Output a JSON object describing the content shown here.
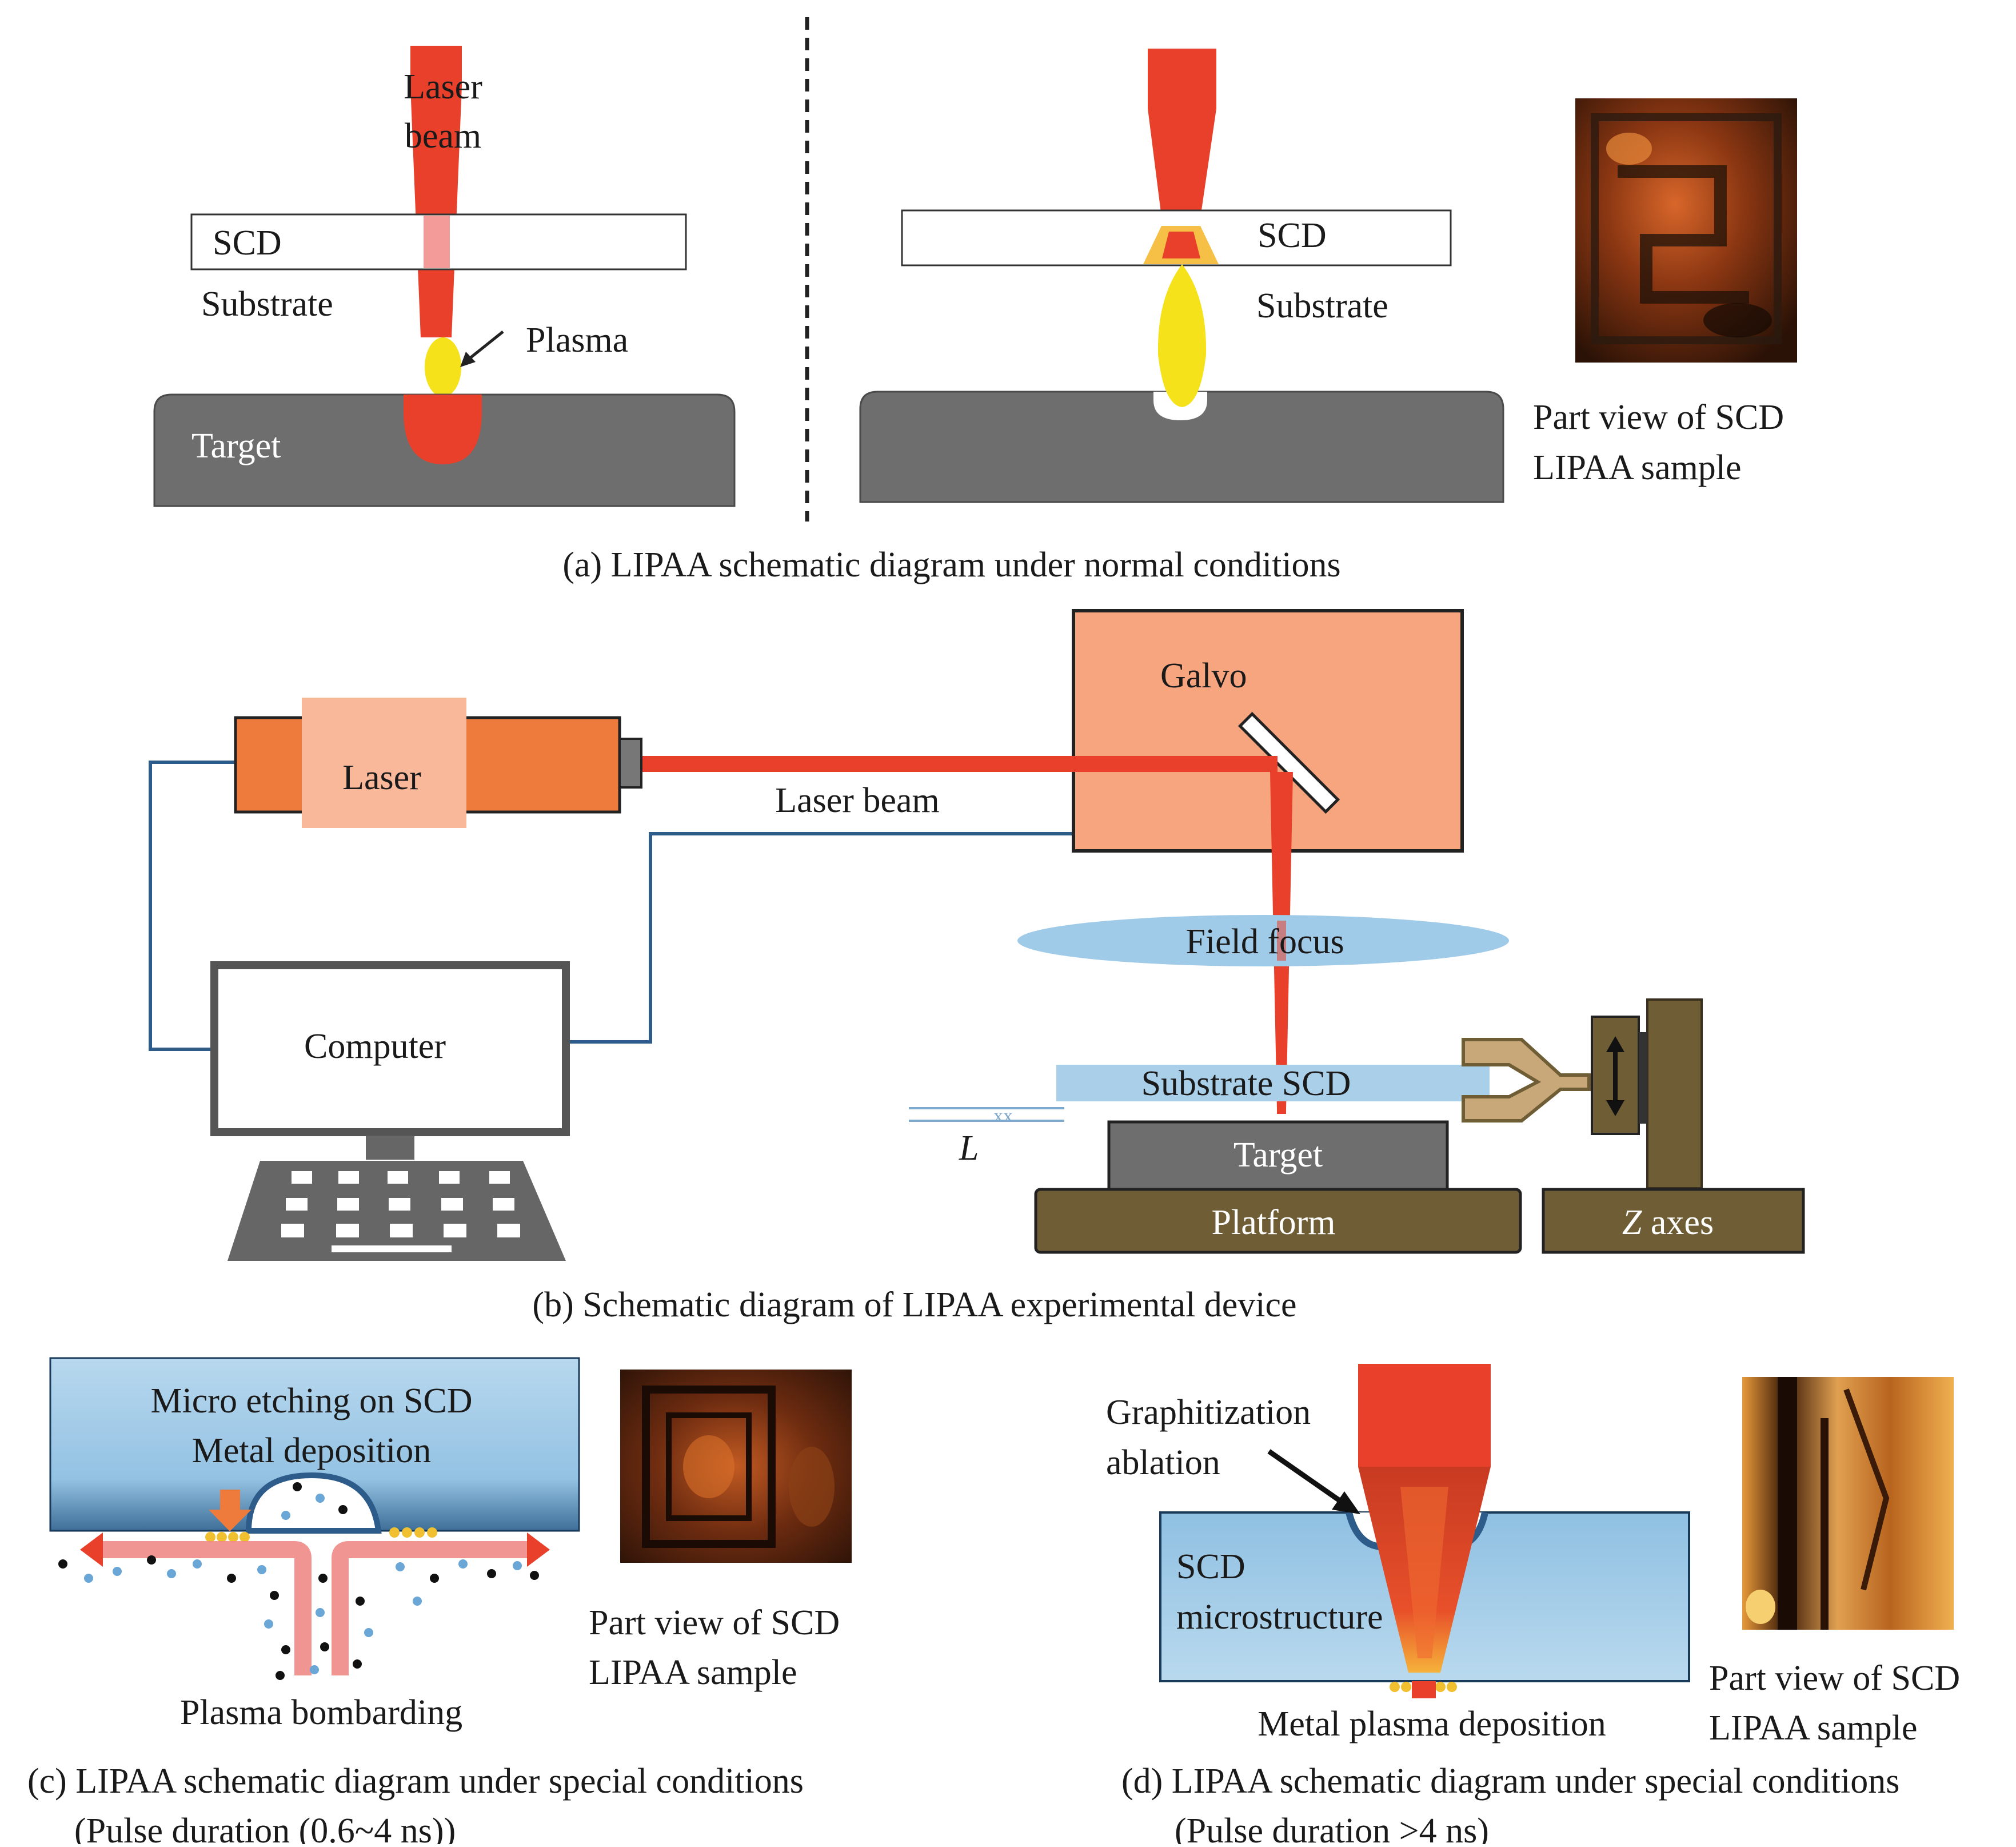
{
  "panel_a": {
    "left": {
      "laser_beam_line1": "Laser",
      "laser_beam_line2": "beam",
      "scd": "SCD",
      "substrate": "Substrate",
      "plasma": "Plasma",
      "target": "Target"
    },
    "right": {
      "scd": "SCD",
      "substrate": "Substrate",
      "photo_caption_line1": "Part view of SCD",
      "photo_caption_line2": "LIPAA sample"
    },
    "caption": "(a) LIPAA schematic diagram under normal conditions"
  },
  "panel_b": {
    "galvo": "Galvo",
    "laser": "Laser",
    "laser_beam": "Laser beam",
    "field_focus": "Field focus",
    "computer": "Computer",
    "substrate_scd": "Substrate SCD",
    "l_label": "L",
    "target": "Target",
    "platform": "Platform",
    "z_axes_italic": "Z",
    "z_axes_rest": " axes",
    "caption": "(b) Schematic diagram of LIPAA experimental device"
  },
  "panel_c": {
    "micro_etching": "Micro etching on SCD",
    "metal_deposition": "Metal deposition",
    "plasma_bombarding": "Plasma bombarding",
    "photo_caption_line1": "Part view of SCD",
    "photo_caption_line2": "LIPAA sample",
    "caption_line1": "(c) LIPAA schematic diagram under special conditions",
    "caption_line2": "(Pulse duration (0.6~4 ns))"
  },
  "panel_d": {
    "graphitization_line1": "Graphitization",
    "graphitization_line2": "ablation",
    "scd_line1": "SCD",
    "scd_line2": "microstructure",
    "metal_plasma_deposition": "Metal plasma deposition",
    "photo_caption_line1": "Part view of SCD",
    "photo_caption_line2": "LIPAA sample",
    "caption_line1": "(d) LIPAA schematic diagram under special conditions",
    "caption_line2": "(Pulse duration >4 ns)"
  },
  "colors": {
    "laser_red": "#e8402a",
    "plasma_yellow": "#f5e21a",
    "target_gray": "#6e6e6e",
    "laser_orange": "#ee7a3c",
    "galvo_salmon": "#f6a57f",
    "scd_blue": "#a9cfe9",
    "platform_olive": "#6f5d35",
    "wire_blue": "#2d5c8a"
  }
}
